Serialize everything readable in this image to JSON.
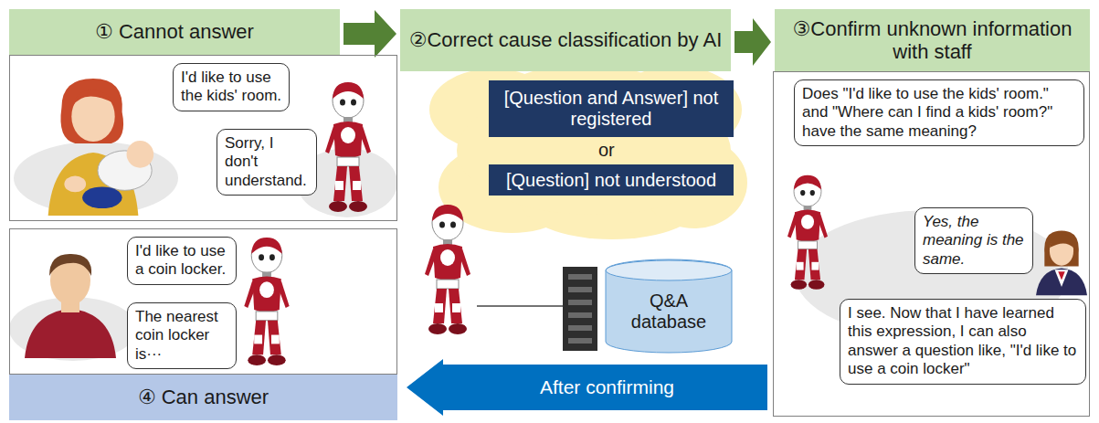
{
  "diagram": {
    "nodes": [
      {
        "text": [
          "① Cannot answer"
        ]
      },
      {},
      {
        "text": [
          "I'd like to use the kids' room."
        ],
        "in": 1
      },
      {
        "text": [
          "Sorry, I don't understand."
        ],
        "in": 1
      },
      {
        "text": [
          "②Correct cause classification by AI"
        ]
      },
      {},
      {
        "text": [
          "[Question and Answer] not registered"
        ],
        "in": 5
      },
      {
        "text": [
          "[Question] not understood"
        ],
        "in": 5
      },
      {
        "text": [
          "Q&A database"
        ]
      },
      {
        "text": [
          "③Confirm unknown information with staff"
        ]
      },
      {},
      {
        "text": [
          "Does \"I'd like to use the kids' room.\" and \"Where can I find a kids' room?\" have the same meaning?"
        ],
        "in": 10
      },
      {
        "text": [
          "Yes, the meaning is the same."
        ],
        "in": 10
      },
      {
        "text": [
          "I see. Now that I have learned this expression, I can also answer a question like, \"I'd like to use a coin locker\""
        ],
        "in": 10
      },
      {},
      {
        "text": [
          "I'd like to use a coin locker."
        ],
        "in": 14
      },
      {
        "text": [
          "The nearest coin locker is···"
        ],
        "in": 14
      },
      {
        "text": [
          "④ Can answer"
        ]
      },
      {
        "text": [
          "After confirming"
        ]
      }
    ],
    "edges": [
      {
        "from": 0,
        "to": 4,
        "arrow": "to"
      },
      {
        "from": 4,
        "to": 9,
        "arrow": "to"
      }
    ],
    "labels": [
      "or"
    ]
  }
}
